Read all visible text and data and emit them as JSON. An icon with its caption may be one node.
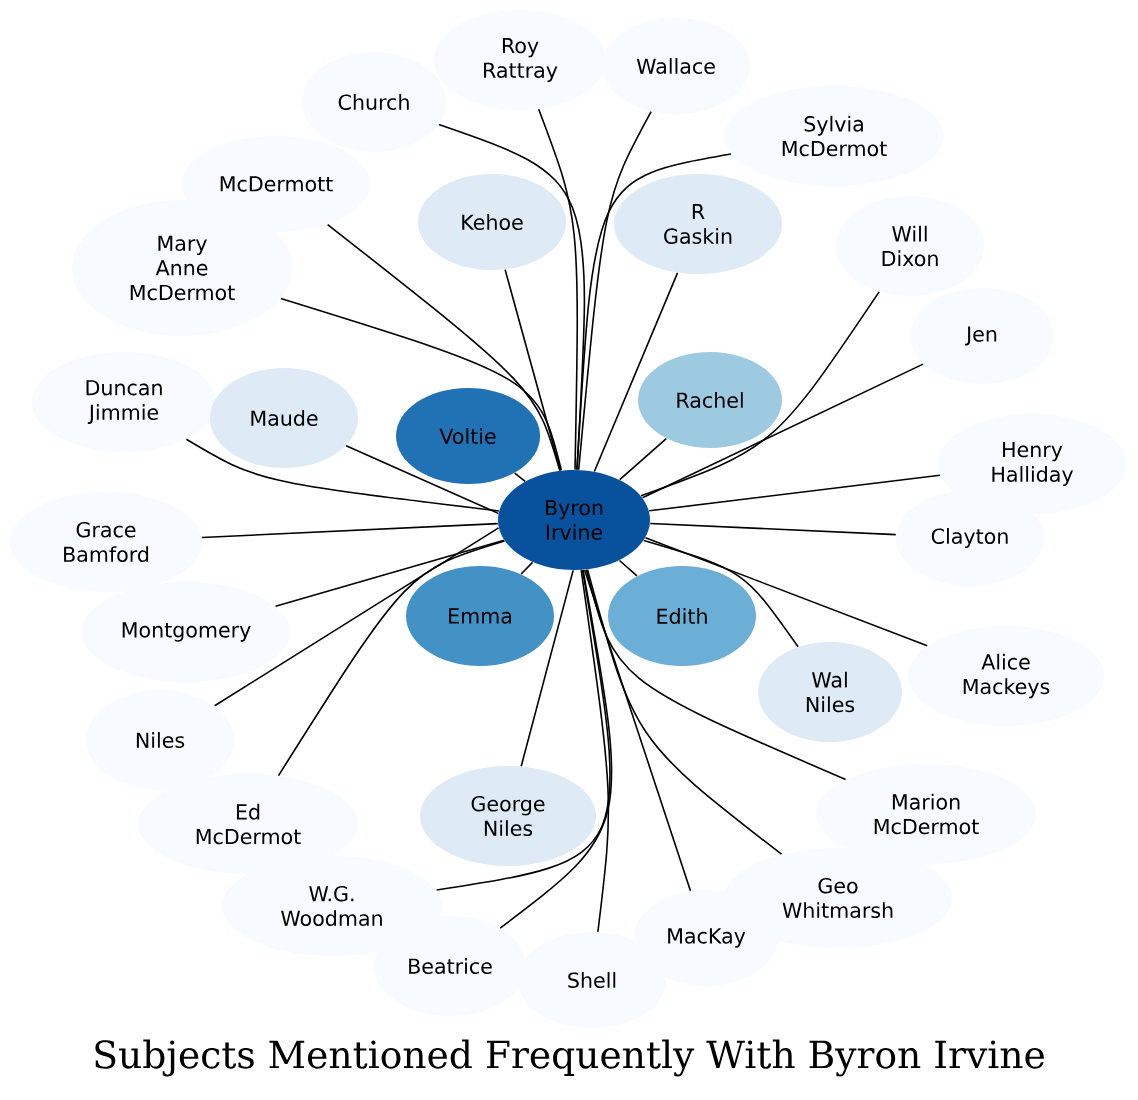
{
  "diagram": {
    "title": "Subjects Mentioned Frequently With Byron Irvine",
    "nodes": [
      {
        "text": [
          "Roy Rattray"
        ]
      },
      {
        "text": [
          "Wallace"
        ]
      },
      {
        "text": [
          "Church"
        ]
      },
      {
        "text": [
          "Sylvia McDermot"
        ]
      },
      {
        "text": [
          "McDermott"
        ]
      },
      {
        "text": [
          "Kehoe"
        ]
      },
      {
        "text": [
          "R Gaskin"
        ]
      },
      {
        "text": [
          "Will Dixon"
        ]
      },
      {
        "text": [
          "Mary Anne McDermot"
        ]
      },
      {
        "text": [
          "Jen"
        ]
      },
      {
        "text": [
          "Duncan Jimmie"
        ]
      },
      {
        "text": [
          "Rachel"
        ]
      },
      {
        "text": [
          "Maude"
        ]
      },
      {
        "text": [
          "Voltie"
        ]
      },
      {
        "text": [
          "Henry Halliday"
        ]
      },
      {
        "text": [
          "Grace Bamford"
        ]
      },
      {
        "text": [
          "Byron Irvine"
        ]
      },
      {
        "text": [
          "Clayton"
        ]
      },
      {
        "text": [
          "Montgomery"
        ]
      },
      {
        "text": [
          "Emma"
        ]
      },
      {
        "text": [
          "Edith"
        ]
      },
      {
        "text": [
          "Alice Mackeys"
        ]
      },
      {
        "text": [
          "Wal Niles"
        ]
      },
      {
        "text": [
          "Niles"
        ]
      },
      {
        "text": [
          "Ed McDermot"
        ]
      },
      {
        "text": [
          "George Niles"
        ]
      },
      {
        "text": [
          "Marion McDermot"
        ]
      },
      {
        "text": [
          "W.G. Woodman"
        ]
      },
      {
        "text": [
          "Geo Whitmarsh"
        ]
      },
      {
        "text": [
          "MacKay"
        ]
      },
      {
        "text": [
          "Beatrice"
        ]
      },
      {
        "text": [
          "Shell"
        ]
      }
    ],
    "edges": [
      {
        "from": 16,
        "to": 0,
        "arrow": "none"
      },
      {
        "from": 16,
        "to": 1,
        "arrow": "none"
      },
      {
        "from": 16,
        "to": 2,
        "arrow": "none"
      },
      {
        "from": 16,
        "to": 3,
        "arrow": "none"
      },
      {
        "from": 16,
        "to": 4,
        "arrow": "none"
      },
      {
        "from": 16,
        "to": 5,
        "arrow": "none"
      },
      {
        "from": 16,
        "to": 6,
        "arrow": "none"
      },
      {
        "from": 16,
        "to": 7,
        "arrow": "none"
      },
      {
        "from": 16,
        "to": 8,
        "arrow": "none"
      },
      {
        "from": 16,
        "to": 9,
        "arrow": "none"
      },
      {
        "from": 16,
        "to": 10,
        "arrow": "none"
      },
      {
        "from": 16,
        "to": 11,
        "arrow": "none"
      },
      {
        "from": 16,
        "to": 12,
        "arrow": "none"
      },
      {
        "from": 16,
        "to": 13,
        "arrow": "none"
      },
      {
        "from": 16,
        "to": 14,
        "arrow": "none"
      },
      {
        "from": 16,
        "to": 15,
        "arrow": "none"
      },
      {
        "from": 16,
        "to": 17,
        "arrow": "none"
      },
      {
        "from": 16,
        "to": 18,
        "arrow": "none"
      },
      {
        "from": 16,
        "to": 19,
        "arrow": "none"
      },
      {
        "from": 16,
        "to": 20,
        "arrow": "none"
      },
      {
        "from": 16,
        "to": 21,
        "arrow": "none"
      },
      {
        "from": 16,
        "to": 22,
        "arrow": "none"
      },
      {
        "from": 16,
        "to": 23,
        "arrow": "none"
      },
      {
        "from": 16,
        "to": 24,
        "arrow": "none"
      },
      {
        "from": 16,
        "to": 25,
        "arrow": "none"
      },
      {
        "from": 16,
        "to": 26,
        "arrow": "none"
      },
      {
        "from": 16,
        "to": 27,
        "arrow": "none"
      },
      {
        "from": 16,
        "to": 28,
        "arrow": "none"
      },
      {
        "from": 16,
        "to": 29,
        "arrow": "none"
      },
      {
        "from": 16,
        "to": 30,
        "arrow": "none"
      },
      {
        "from": 16,
        "to": 31,
        "arrow": "none"
      }
    ]
  }
}
